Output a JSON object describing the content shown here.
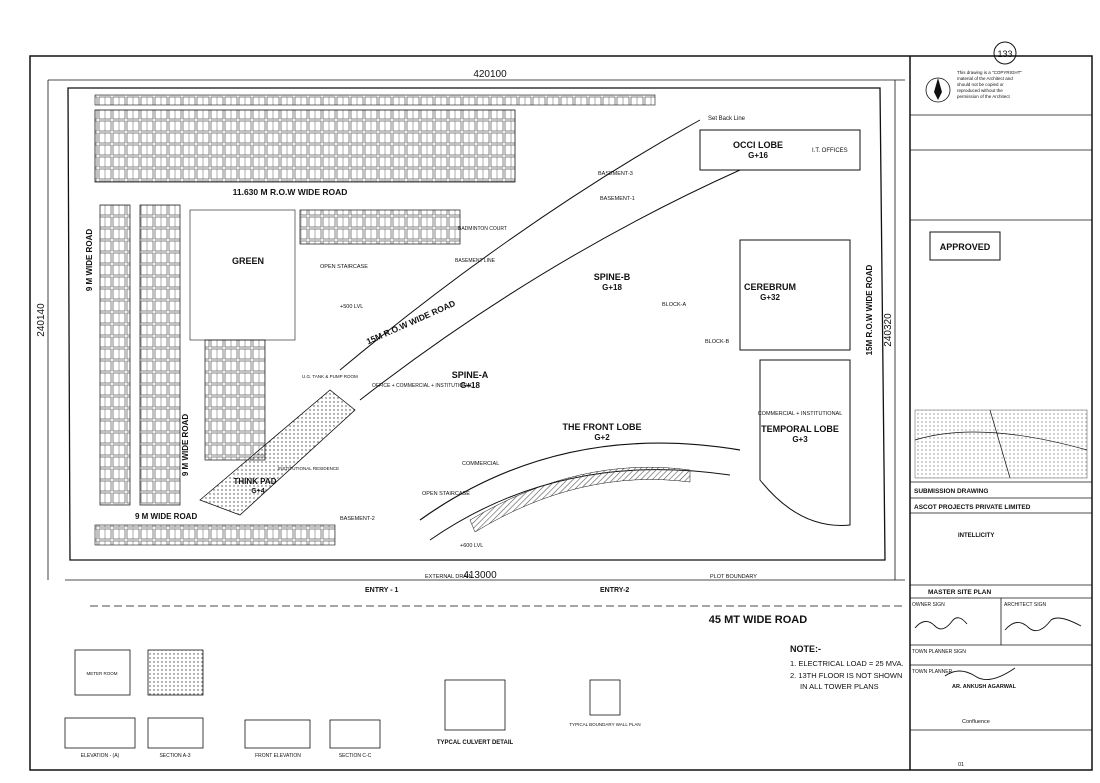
{
  "sheet_number": "133",
  "dimensions": {
    "top": "420100",
    "bottom": "413000",
    "left": "240140",
    "right": "240320"
  },
  "roads": {
    "road_11630": "11.630 M  R.O.W WIDE ROAD",
    "road_15m": "15M  R.O.W WIDE ROAD",
    "road_9m_left_top": "9 M WIDE ROAD",
    "road_9m_left_bottom": "9 M WIDE ROAD",
    "road_9m_bottom": "9 M WIDE ROAD",
    "road_45": "45 MT WIDE ROAD",
    "road_15m_right": "15M R.O.W WIDE ROAD"
  },
  "buildings": {
    "occi_name": "OCCI LOBE",
    "occi_floors": "G+16",
    "spine_b_name": "SPINE-B",
    "spine_b_floors": "G+18",
    "spine_a_name": "SPINE-A",
    "spine_a_floors": "G+18",
    "front_lobe_name": "THE FRONT LOBE",
    "front_lobe_floors": "G+2",
    "cerebrum_name": "CEREBRUM",
    "cerebrum_floors": "G+32",
    "temporal_name": "TEMPORAL LOBE",
    "temporal_floors": "G+3",
    "think_pad_name": "THINK PAD",
    "think_pad_floors": "G+4"
  },
  "areas": {
    "green": "GREEN",
    "open_staircase_1": "OPEN STAIRCASE",
    "open_staircase_2": "OPEN STAIRCASE",
    "basement_1": "BASEMENT-1",
    "basement_2": "BASEMENT-2",
    "basement_3": "BASEMENT-3",
    "block_a": "BLOCK-A",
    "block_b": "BLOCK-B",
    "commercial": "COMMERCIAL",
    "commercial_inst": "COMMERCIAL + INSTITUTIONAL",
    "office_comm": "OFFICE + COMMERCIAL + INSTITUTIONAL",
    "it_offices": "I.T. OFFICES",
    "set_back": "Set Back Line",
    "basement_line": "BASEMENT LINE",
    "badminton": "BADMINTON COURT",
    "ug_tank": "U.G. TANK & PUMP ROOM",
    "institutional": "INSTITUTIONAL RESIDENCE",
    "lvl_600": "+600 LVL",
    "lvl_500": "+500 LVL"
  },
  "entries": {
    "entry_1": "ENTRY - 1",
    "entry_2": "ENTRY-2",
    "plot_boundary": "PLOT BOUNDARY",
    "external_drain": "EXTERNAL DRAIN"
  },
  "note": {
    "title": "NOTE:-",
    "line1": "1. ELECTRICAL LOAD = 25 MVA.",
    "line2": "2. 13TH FLOOR IS NOT SHOWN",
    "line3": "IN ALL TOWER PLANS"
  },
  "details": {
    "culvert": "TYPCAL CULVERT DETAIL",
    "meter_room": "METER ROOM",
    "elevation_a": "ELEVATION - (A)",
    "section_a3": "SECTION A-3",
    "front_elevation": "FRONT ELEVATION",
    "section_cc": "SECTION C-C",
    "boundary_wall": "TYPICAL BOUNDARY WALL PLAN"
  },
  "title_block": {
    "copyright": "This drawing is a \"COPYRIGHT\" material of the Architect and should not be copied or reproduced without the permission of the Architect",
    "approved": "APPROVED",
    "submission": "SUBMISSION DRAWING",
    "company": "ASCOT PROJECTS PRIVATE LIMITED",
    "project": "INTELLICITY",
    "drawing_title": "MASTER SITE PLAN",
    "owner_sign": "OWNER SIGN",
    "architect_sign": "ARCHITECT SIGN",
    "town_planner_sign": "TOWN PLANNER SIGN",
    "town_planner": "TOWN PLANNER",
    "architect_name": "AR. ANKUSH AGARWAL",
    "consultant": "Confluence",
    "sheet_code": "01"
  },
  "colors": {
    "line": "#111111",
    "hatch": "#555555",
    "paper": "#ffffff"
  }
}
